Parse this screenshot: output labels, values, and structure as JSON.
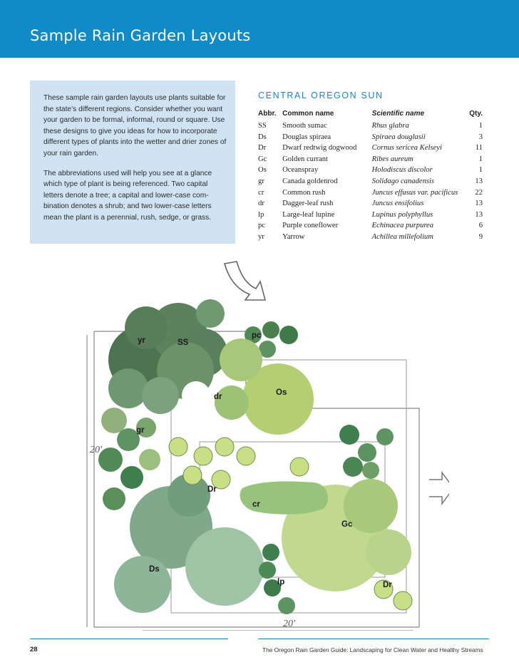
{
  "header": {
    "title": "Sample Rain Garden Layouts"
  },
  "intro": {
    "paragraphs": [
      "These sample rain garden layouts use plants suitable for the state’s different regions. Consider whether you want your garden to be formal, informal, round or square. Use these designs to give you ideas for how to incorporate different types of plants into the wetter and drier zones of your rain garden.",
      "The abbreviations used will help you see at a glance which type of plant is being referenced. Two capital letters denote a tree; a capital and lower-case com-bination denotes a shrub; and two lower-case letters mean the plant is a perennial, rush, sedge, or grass."
    ]
  },
  "section": {
    "title": "CENTRAL OREGON SUN"
  },
  "table": {
    "headers": [
      "Abbr.",
      "Common name",
      "Scientific name",
      "Qty."
    ],
    "rows": [
      [
        "SS",
        "Smooth sumac",
        "Rhus glabra",
        "1"
      ],
      [
        "Ds",
        "Douglas spiraea",
        "Spiraea douglasii",
        "3"
      ],
      [
        "Dr",
        "Dwarf redtwig dogwood",
        "Cornus sericea Kelseyi",
        "11"
      ],
      [
        "Gc",
        "Golden currant",
        "Ribes aureum",
        "1"
      ],
      [
        "Os",
        "Oceanspray",
        "Holodiscus discolor",
        "1"
      ],
      [
        "gr",
        "Canada goldenrod",
        "Solidago canadensis",
        "13"
      ],
      [
        "cr",
        "Common rush",
        "Juncus effusus var. pacificus",
        "22"
      ],
      [
        "dr",
        "Dagger-leaf rush",
        "Juncus ensifolius",
        "13"
      ],
      [
        "lp",
        "Large-leaf lupine",
        "Lupinus polyphyllus",
        "13"
      ],
      [
        "pc",
        "Purple coneflower",
        "Echinacea purpurea",
        "6"
      ],
      [
        "yr",
        "Yarrow",
        "Achillea millefolium",
        "9"
      ]
    ]
  },
  "plan": {
    "labels": {
      "yr": "yr",
      "ss": "SS",
      "pc": "pc",
      "dr": "dr",
      "os": "Os",
      "gr": "gr",
      "dr_shrub": "Dr",
      "cr": "cr",
      "gc": "Gc",
      "ds": "Ds",
      "lp": "lp",
      "dr_shrub2": "Dr"
    },
    "dims": {
      "height": "20'",
      "width": "20'"
    }
  },
  "footer": {
    "page": "28",
    "text": "The Oregon Rain Garden Guide: Landscaping for Clean Water and Healthy Streams"
  },
  "colors": {
    "accent": "#0f8bc8",
    "panel": "#cfe3f3"
  }
}
